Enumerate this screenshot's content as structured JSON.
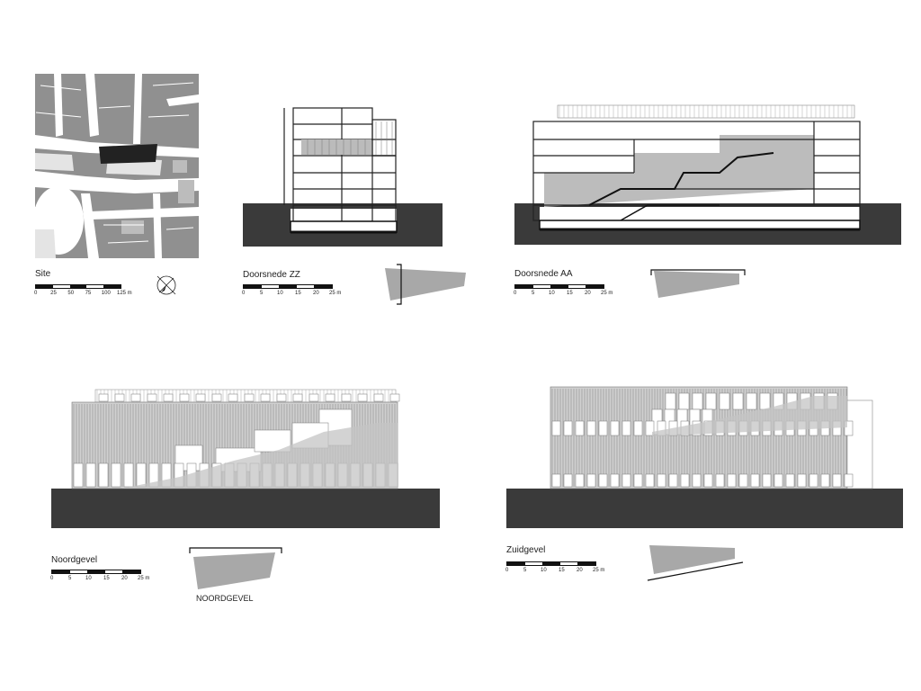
{
  "site": {
    "caption": "Site",
    "ticks": [
      "0",
      "25",
      "50",
      "75",
      "100",
      "125 m"
    ]
  },
  "section_zz": {
    "caption": "Doorsnede ZZ",
    "ticks": [
      "0",
      "5",
      "10",
      "15",
      "20",
      "25 m"
    ]
  },
  "section_aa": {
    "caption": "Doorsnede AA",
    "ticks": [
      "0",
      "5",
      "10",
      "15",
      "20",
      "25 m"
    ]
  },
  "north": {
    "caption": "Noordgevel",
    "ticks": [
      "0",
      "5",
      "10",
      "15",
      "20",
      "25 m"
    ],
    "keyplan_label": "NOORDGEVEL"
  },
  "south": {
    "caption": "Zuidgevel",
    "ticks": [
      "0",
      "5",
      "10",
      "15",
      "20",
      "25 m"
    ]
  },
  "colors": {
    "ground": "#3a3a3a",
    "map_block": "#8e8e8e",
    "road": "#ffffff",
    "highlight": "#222222",
    "keyplan": "#a8a8a8"
  }
}
